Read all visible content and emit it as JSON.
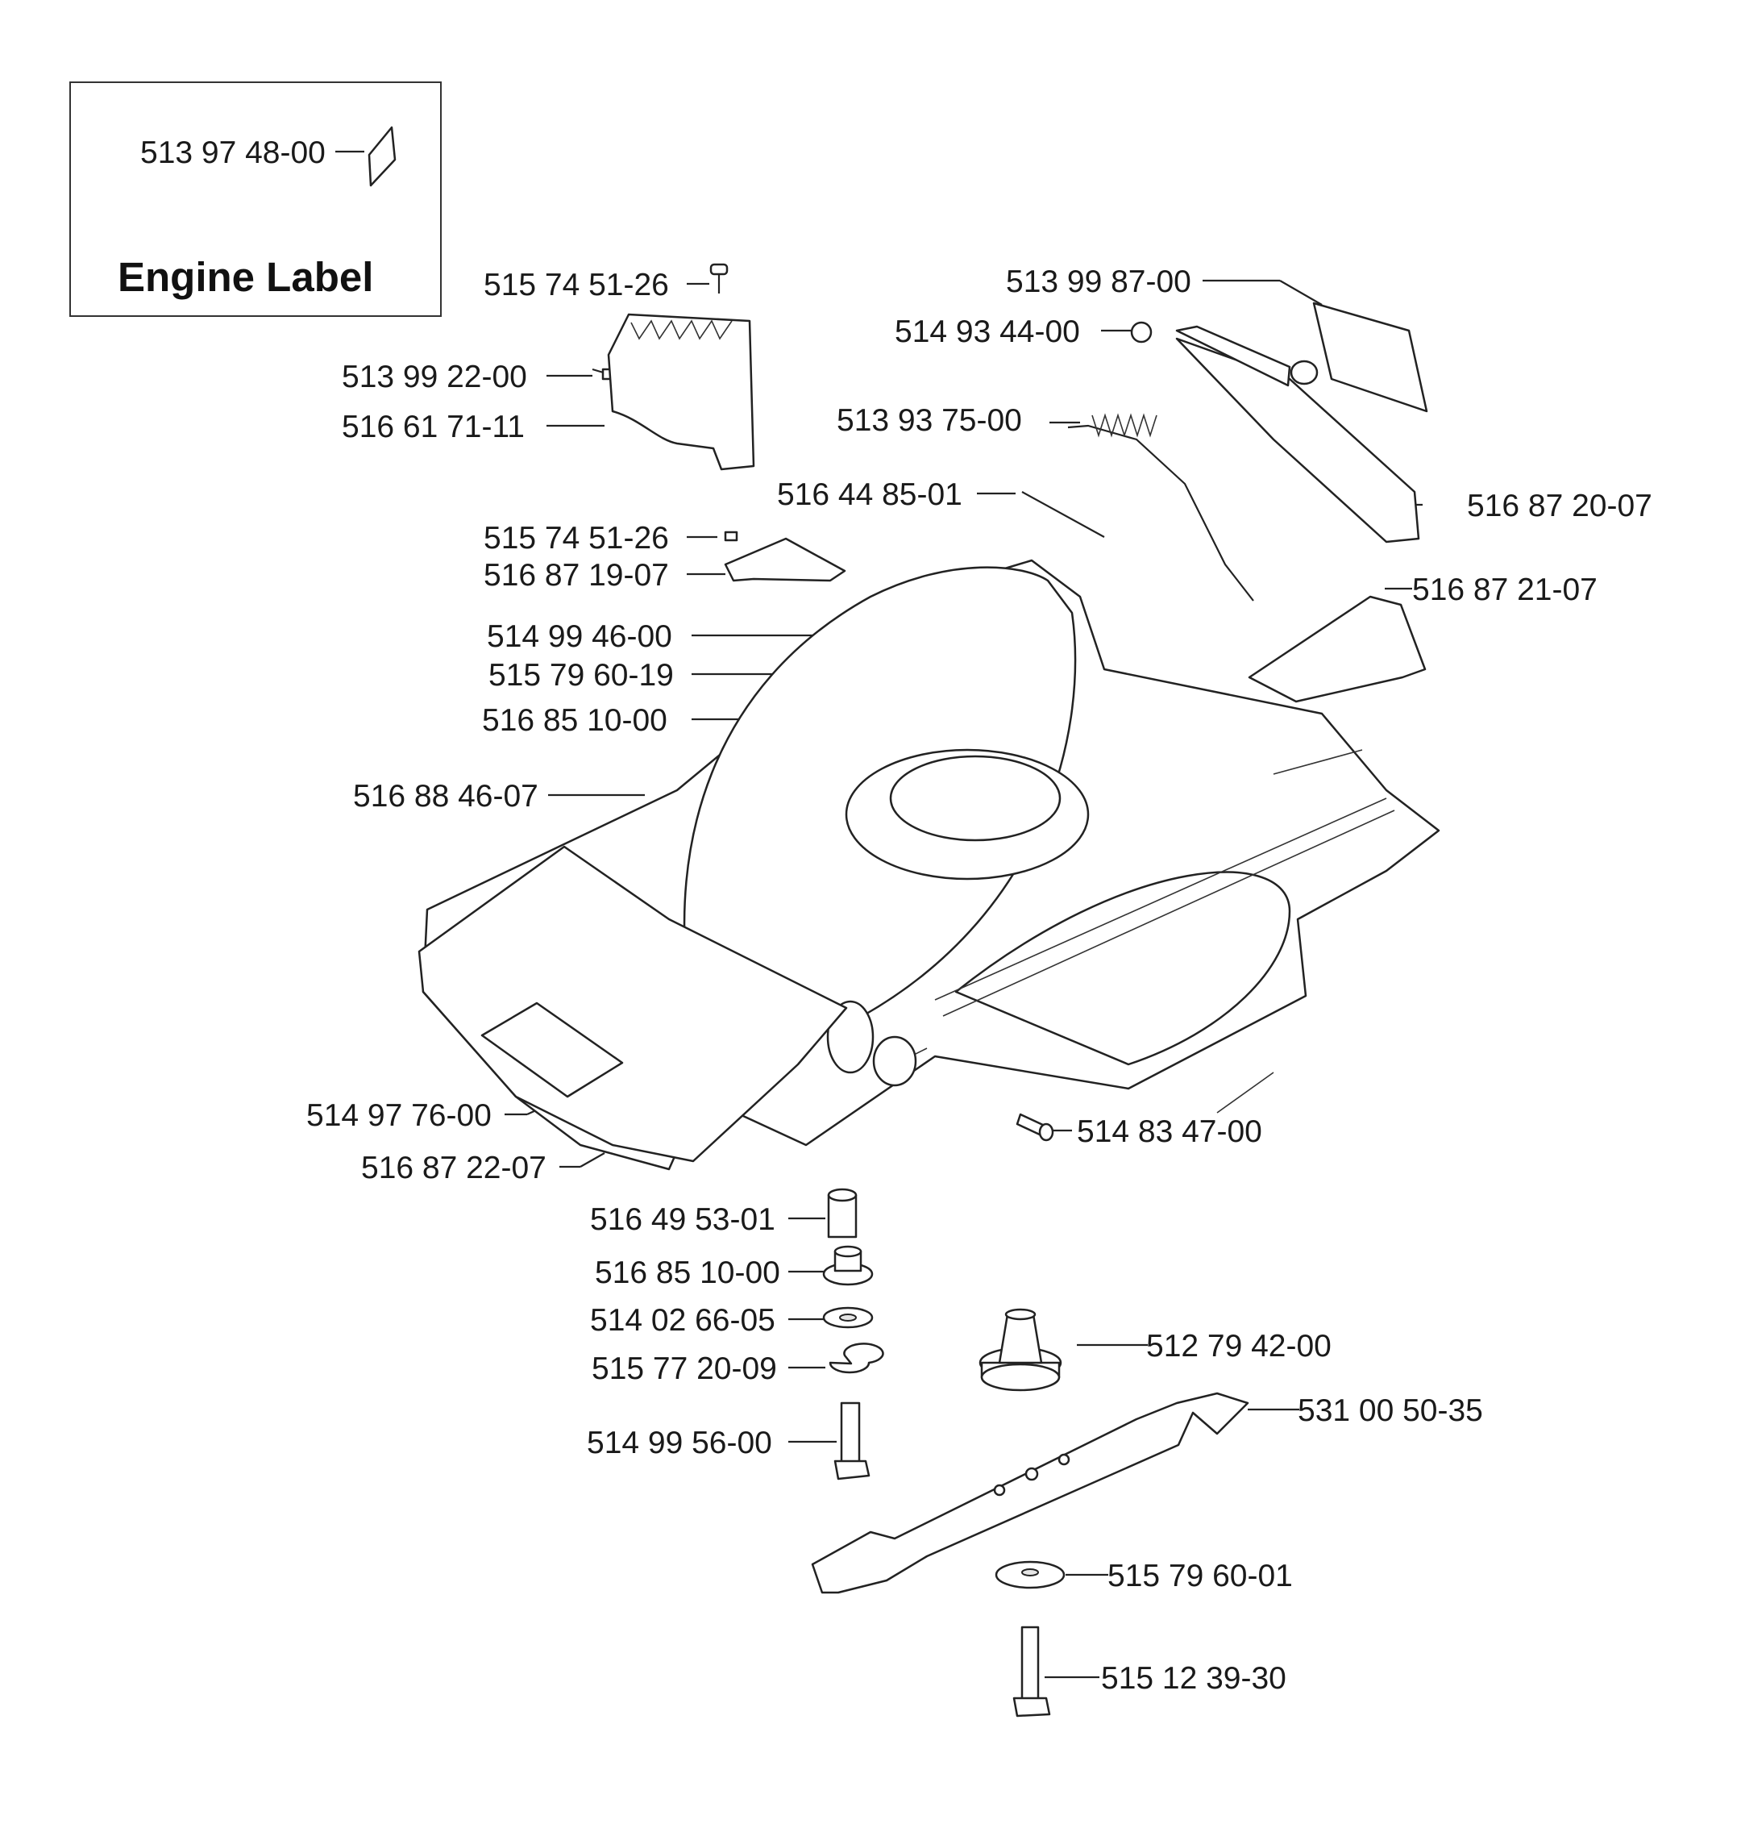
{
  "inset": {
    "title": "Engine Label",
    "label_part": "513 97 48-00"
  },
  "parts": {
    "p_513974800": "513 97 48-00",
    "p_515745126_a": "515 74 51-26",
    "p_513992200": "513 99 22-00",
    "p_516617111": "516 61 71-11",
    "p_513998700": "513 99 87-00",
    "p_514934400": "514 93 44-00",
    "p_513937500": "513 93 75-00",
    "p_516448501": "516 44 85-01",
    "p_516872007": "516 87 20-07",
    "p_515745126_b": "515 74 51-26",
    "p_516871907": "516 87 19-07",
    "p_516872107": "516 87 21-07",
    "p_514994600": "514 99 46-00",
    "p_515796019": "515 79 60-19",
    "p_516851000_a": "516 85 10-00",
    "p_516884607": "516 88 46-07",
    "p_514977600": "514 97 76-00",
    "p_514834700": "514 83 47-00",
    "p_516872207": "516 87 22-07",
    "p_516495301": "516 49 53-01",
    "p_516851000_b": "516 85 10-00",
    "p_514026605": "514 02 66-05",
    "p_512794200": "512 79 42-00",
    "p_515772009": "515 77 20-09",
    "p_531005035": "531 00 50-35",
    "p_514995600": "514 99 56-00",
    "p_515796001": "515 79 60-01",
    "p_515123930": "515 12 39-30"
  }
}
